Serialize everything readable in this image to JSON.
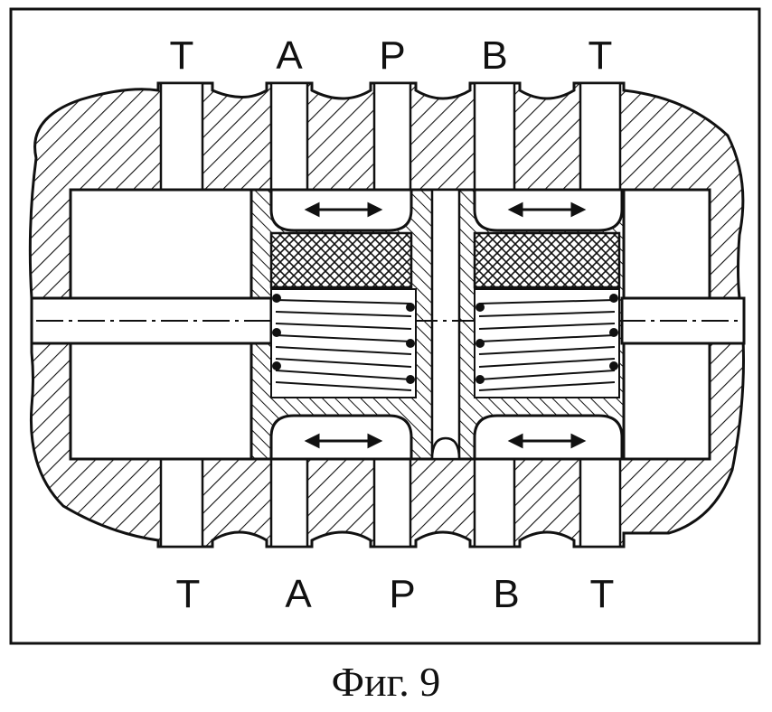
{
  "figure": {
    "top_ports": [
      "T",
      "A",
      "P",
      "B",
      "T"
    ],
    "bottom_ports": [
      "T",
      "A",
      "P",
      "B",
      "T"
    ],
    "caption": "Фиг. 9"
  }
}
